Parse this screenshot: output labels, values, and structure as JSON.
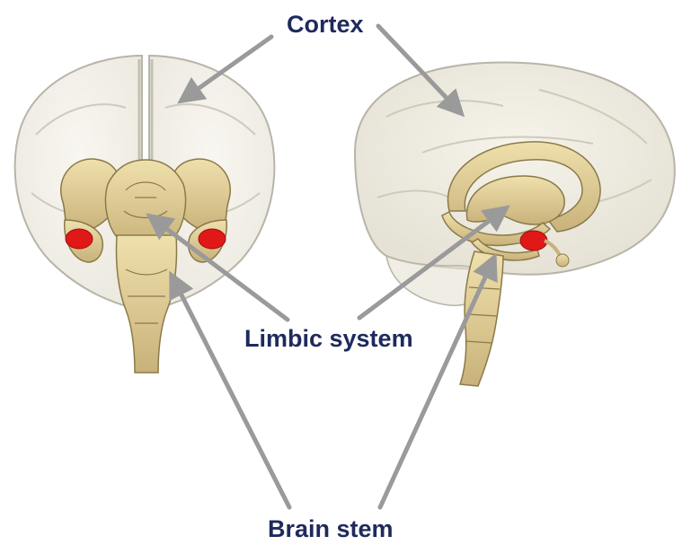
{
  "labels": {
    "cortex": "Cortex",
    "limbic_system": "Limbic system",
    "brain_stem": "Brain stem"
  },
  "colors": {
    "label_text": "#1f2a5c",
    "arrow": "#9a9a9a",
    "cortex_shell": "#e6e1d2",
    "cortex_outline": "#b8b4a8",
    "limbic_tissue": "#d9c690",
    "limbic_outline": "#8a7a4a",
    "amygdala": "#e01818",
    "background": "#ffffff"
  }
}
